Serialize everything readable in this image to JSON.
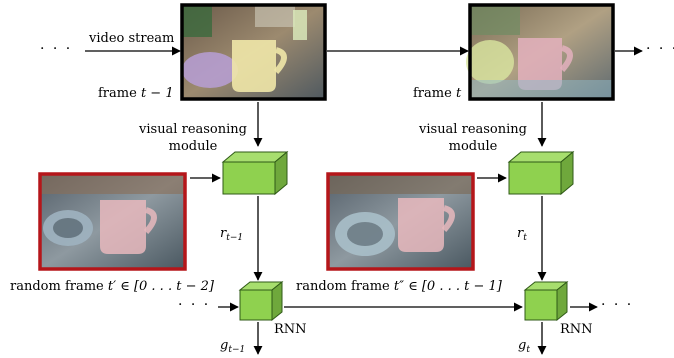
{
  "labels": {
    "video_stream": "video stream",
    "frame_prev_word": "frame ",
    "frame_prev_var": "t − 1",
    "frame_cur_word": "frame ",
    "frame_cur_var": "t",
    "vrm_line1": "visual reasoning",
    "vrm_line2": "module",
    "r_base": "r",
    "r_prev_sub": "t−1",
    "r_cur_sub": "t",
    "g_base": "g",
    "g_prev_sub": "t−1",
    "g_cur_sub": "t",
    "rnn": "RNN",
    "random_prev_text": "random frame ",
    "random_prev_math": "t′ ∈ [0 . . . t − 2]",
    "random_cur_text": "random frame ",
    "random_cur_math": "t″ ∈ [0 . . . t − 1]",
    "ellipsis": "· · ·"
  },
  "colors": {
    "module_box": "#8fd14f",
    "module_edge": "#2f5a17",
    "memory_frame_border": "#b5161a",
    "current_frame_border": "#000000"
  }
}
